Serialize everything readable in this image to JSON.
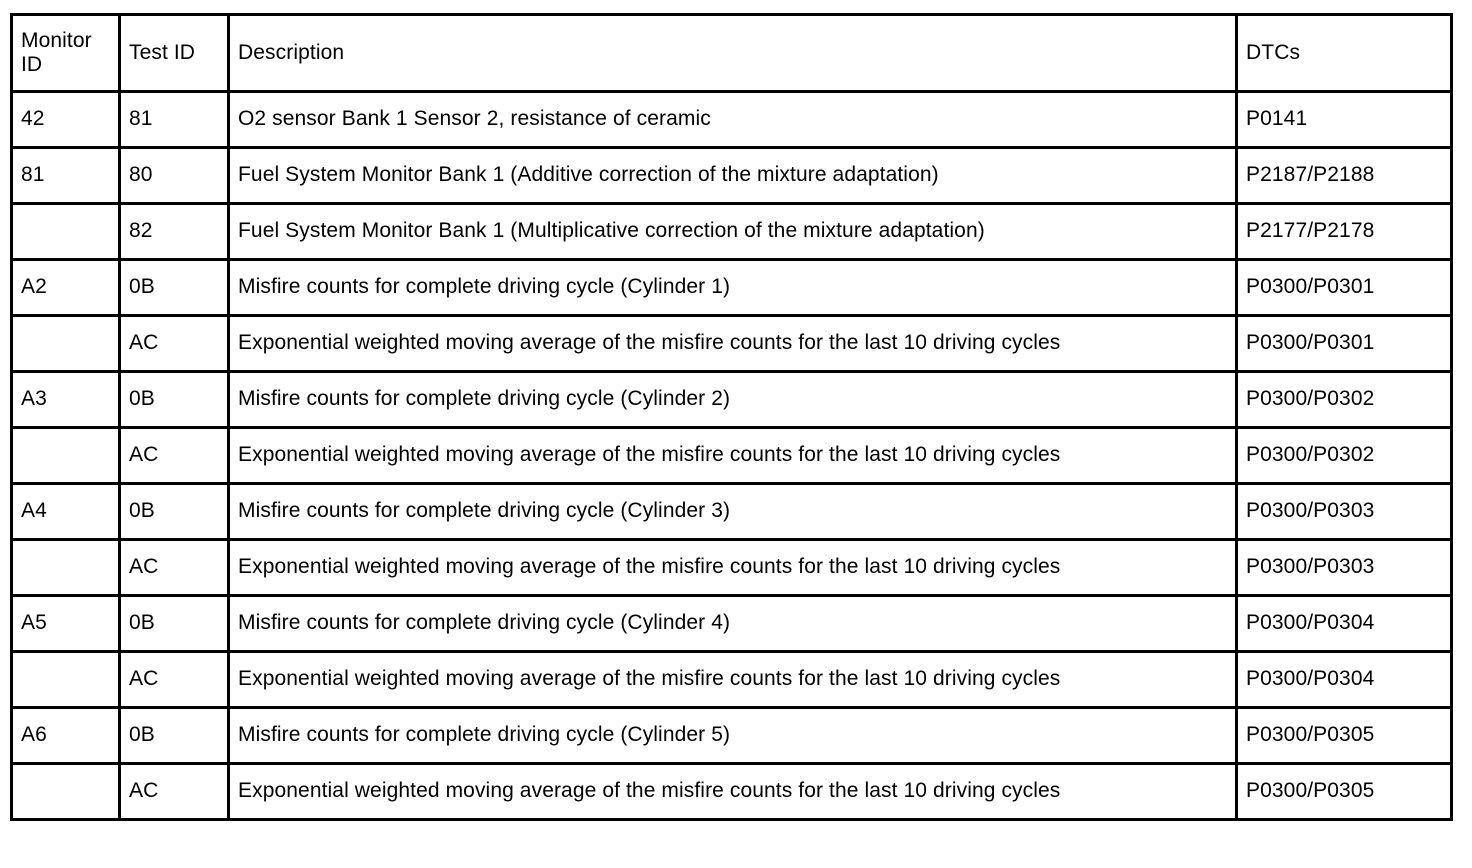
{
  "table": {
    "columns": [
      {
        "key": "monitor_id",
        "label": "Monitor ID",
        "label_line1": "Monitor",
        "label_line2": "ID"
      },
      {
        "key": "test_id",
        "label": "Test ID"
      },
      {
        "key": "description",
        "label": "Description"
      },
      {
        "key": "dtcs",
        "label": "DTCs"
      }
    ],
    "rows": [
      {
        "monitor_id": "42",
        "test_id": "81",
        "description": "O2 sensor Bank 1 Sensor 2, resistance of ceramic",
        "dtcs": "P0141"
      },
      {
        "monitor_id": "81",
        "test_id": "80",
        "description": "Fuel System Monitor Bank 1 (Additive correction of the mixture adaptation)",
        "dtcs": "P2187/P2188"
      },
      {
        "monitor_id": "",
        "test_id": "82",
        "description": "Fuel System Monitor Bank 1 (Multiplicative correction of the mixture adaptation)",
        "dtcs": "P2177/P2178"
      },
      {
        "monitor_id": "A2",
        "test_id": "0B",
        "description": "Misfire counts for complete driving cycle (Cylinder 1)",
        "dtcs": "P0300/P0301"
      },
      {
        "monitor_id": "",
        "test_id": "AC",
        "description": "Exponential weighted moving average of the misfire counts for the last 10 driving cycles",
        "dtcs": "P0300/P0301"
      },
      {
        "monitor_id": "A3",
        "test_id": "0B",
        "description": "Misfire counts for complete driving cycle (Cylinder 2)",
        "dtcs": "P0300/P0302"
      },
      {
        "monitor_id": "",
        "test_id": "AC",
        "description": "Exponential weighted moving average of the misfire counts for the last 10 driving cycles",
        "dtcs": "P0300/P0302"
      },
      {
        "monitor_id": "A4",
        "test_id": "0B",
        "description": "Misfire counts for complete driving cycle (Cylinder 3)",
        "dtcs": "P0300/P0303"
      },
      {
        "monitor_id": "",
        "test_id": "AC",
        "description": "Exponential weighted moving average of the misfire counts for the last 10 driving cycles",
        "dtcs": "P0300/P0303"
      },
      {
        "monitor_id": "A5",
        "test_id": "0B",
        "description": "Misfire counts for complete driving cycle (Cylinder 4)",
        "dtcs": "P0300/P0304"
      },
      {
        "monitor_id": "",
        "test_id": "AC",
        "description": "Exponential weighted moving average of the misfire counts for the last 10 driving cycles",
        "dtcs": "P0300/P0304"
      },
      {
        "monitor_id": "A6",
        "test_id": "0B",
        "description": "Misfire counts for complete driving cycle (Cylinder 5)",
        "dtcs": "P0300/P0305"
      },
      {
        "monitor_id": "",
        "test_id": "AC",
        "description": "Exponential weighted moving average of the misfire counts for the last 10 driving cycles",
        "dtcs": "P0300/P0305"
      }
    ]
  },
  "style": {
    "border_color": "#000000",
    "text_color": "#000000",
    "background": "#ffffff"
  }
}
